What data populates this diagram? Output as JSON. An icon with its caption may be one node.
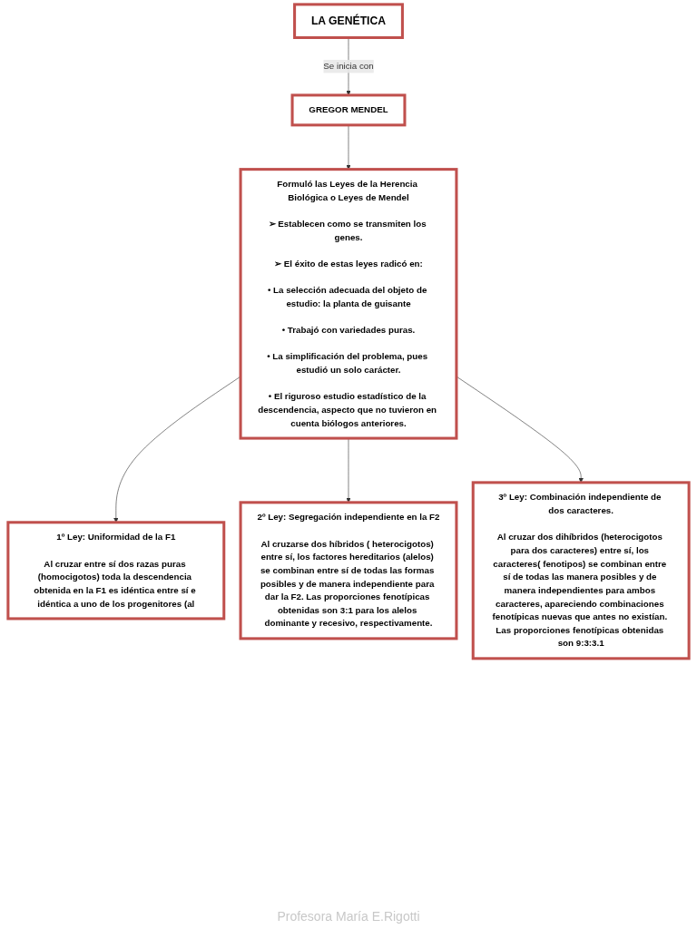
{
  "diagram": {
    "nodes": [
      {
        "text": [
          "LA GENÉTICA"
        ]
      },
      {
        "text": [
          "GREGOR MENDEL"
        ]
      },
      {
        "text": [
          "Formuló las Leyes de la Herencia Biológica o Leyes de Mendel",
          "➢ Establecen como se transmiten los genes.",
          "➢ El éxito de estas leyes radicó en:",
          "• La selección adecuada del objeto de estudio: la planta de guisante",
          "• Trabajó con variedades puras.",
          "• La simplificación del problema, pues estudió un solo carácter.",
          "• El riguroso estudio estadístico de la descendencia, aspecto que no tuvieron en cuenta biólogos anteriores."
        ]
      },
      {
        "text": [
          "1º Ley: Uniformidad de la F1",
          "Al cruzar entre sí dos razas puras (homocigotos) toda la descendencia obtenida en la F1 es idéntica entre sí e idéntica a uno de los progenitores (al"
        ]
      },
      {
        "text": [
          "2º Ley: Segregación independiente en la F2",
          "Al cruzarse dos híbridos ( heterocigotos) entre sí, los factores hereditarios (alelos) se combinan entre sí de todas las formas posibles y de manera independiente para dar la F2. Las proporciones fenotípicas obtenidas son 3:1 para los alelos dominante y recesivo, respectivamente."
        ]
      },
      {
        "text": [
          "3º Ley: Combinación independiente de dos caracteres.",
          "Al cruzar dos dihíbridos (heterocigotos para dos caracteres) entre sí, los caracteres( fenotipos) se combinan entre sí de todas las manera posibles y de manera independientes para ambos caracteres, apareciendo combinaciones fenotípicas nuevas que antes no existían. Las proporciones fenotípicas obtenidas son 9:3:3.1"
        ]
      }
    ],
    "edges": [
      {
        "from": 0,
        "to": 1,
        "arrow": "to",
        "label": "Se inicia con"
      },
      {
        "from": 1,
        "to": 2,
        "arrow": "to"
      },
      {
        "from": 2,
        "to": 3,
        "arrow": "to"
      },
      {
        "from": 2,
        "to": 4,
        "arrow": "to"
      },
      {
        "from": 2,
        "to": 5,
        "arrow": "to"
      }
    ],
    "labels": [
      "Profesora María E.Rigotti"
    ]
  }
}
